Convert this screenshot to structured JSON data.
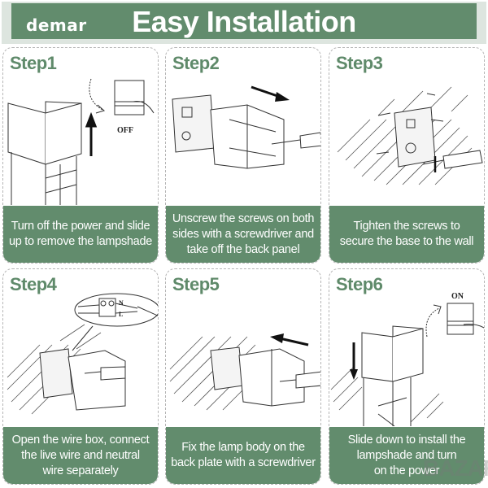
{
  "header": {
    "brand": "demar",
    "title": "Easy Installation"
  },
  "colors": {
    "brand_green": "#628c6d",
    "step_label_green": "#5f8a6a",
    "panel_border": "#b5b5b5"
  },
  "steps": [
    {
      "label": "Step1",
      "caption_lines": [
        "Turn off the power and slide",
        "up to remove the lampshade"
      ],
      "illustration": "lamp-shade-slide-up",
      "switch_label": "OFF"
    },
    {
      "label": "Step2",
      "caption_lines": [
        "Unscrew the screws on both",
        "sides with a screwdriver and",
        "take off the back panel"
      ],
      "illustration": "unscrew-back-panel"
    },
    {
      "label": "Step3",
      "caption_lines": [
        "Tighten the screws to",
        "secure the base to the wall"
      ],
      "illustration": "mount-base-to-wall"
    },
    {
      "label": "Step4",
      "caption_lines": [
        "Open the wire box, connect",
        "the live wire and neutral",
        "wire separately"
      ],
      "illustration": "connect-wires",
      "terminal_labels": [
        "N",
        "L"
      ]
    },
    {
      "label": "Step5",
      "caption_lines": [
        "Fix the lamp body on the",
        "back plate with a screwdriver"
      ],
      "illustration": "fix-lamp-body"
    },
    {
      "label": "Step6",
      "caption_lines": [
        "Slide down to install the",
        "lampshade and turn",
        "on the power"
      ],
      "illustration": "lamp-shade-slide-down",
      "switch_label": "ON"
    }
  ],
  "watermark": "BAZAR"
}
